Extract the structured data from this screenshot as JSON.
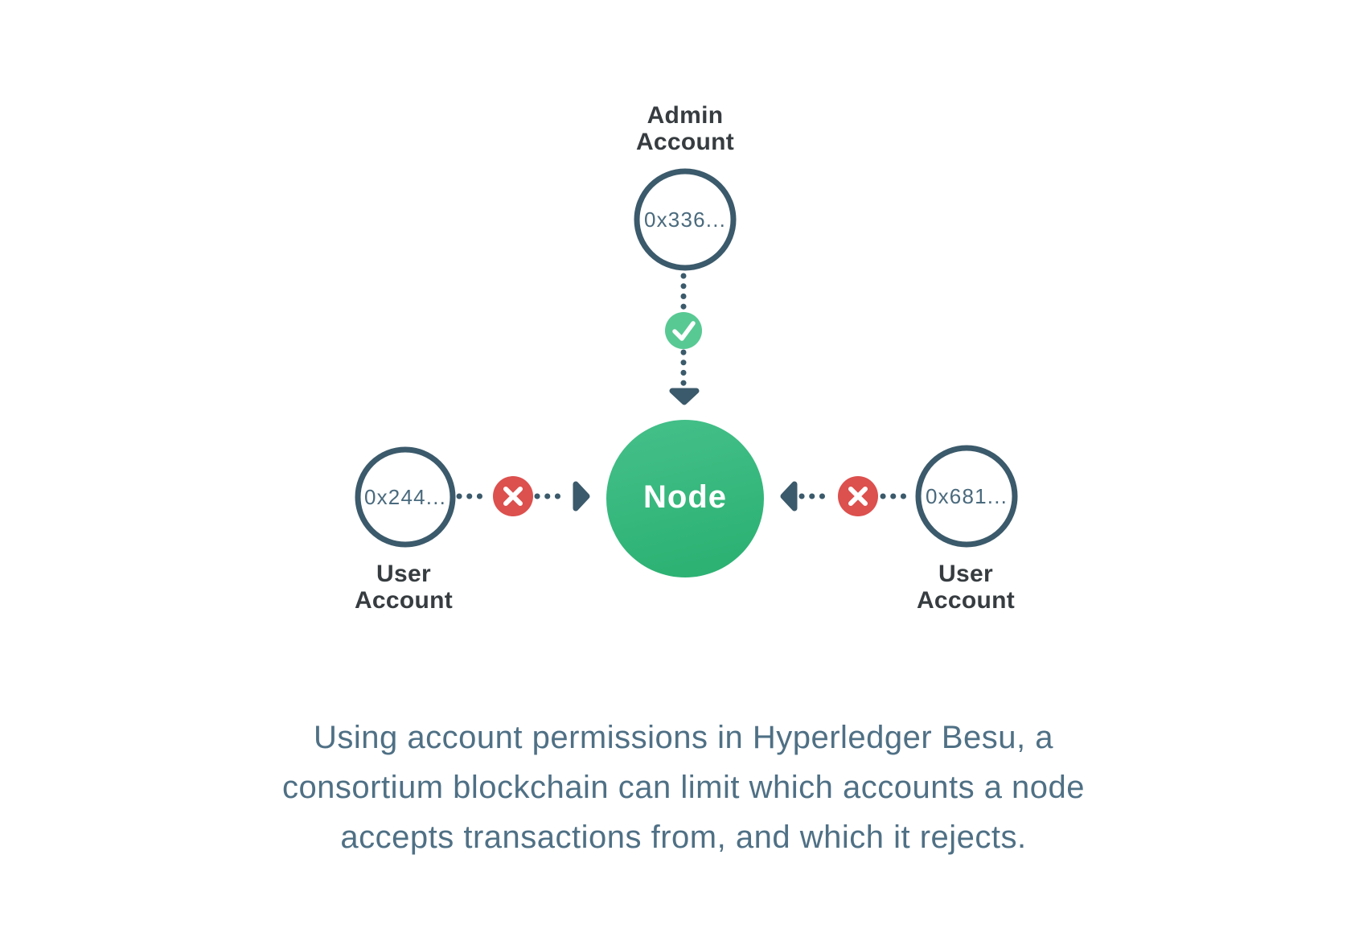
{
  "diagram": {
    "admin_account": {
      "label_lines": [
        "Admin",
        "Account"
      ],
      "address": "0x336..."
    },
    "node": {
      "label": "Node"
    },
    "user_account_left": {
      "label_lines": [
        "User",
        "Account"
      ],
      "address": "0x244..."
    },
    "user_account_right": {
      "label_lines": [
        "User",
        "Account"
      ],
      "address": "0x681..."
    },
    "icons": {
      "allow": "check-icon",
      "deny": "x-icon",
      "flow_down": "arrow-down-icon",
      "flow_toward_node_left": "arrow-right-icon",
      "flow_toward_node_right": "arrow-left-icon"
    },
    "colors": {
      "outline_slate": "#3B5A6B",
      "label_dark": "#363C40",
      "address_text": "#4A6A7D",
      "caption_text": "#4F7085",
      "node_gradient_top": "#45C08A",
      "node_gradient_bottom": "#2DB274",
      "allow_green": "#58C993",
      "deny_red": "#DC504E",
      "icon_mark": "#FFFFFF",
      "background": "#FFFFFF"
    }
  },
  "caption": {
    "lines": [
      "Using account permissions in Hyperledger Besu, a",
      "consortium blockchain can limit which accounts a node",
      "accepts transactions from, and which it rejects."
    ]
  }
}
